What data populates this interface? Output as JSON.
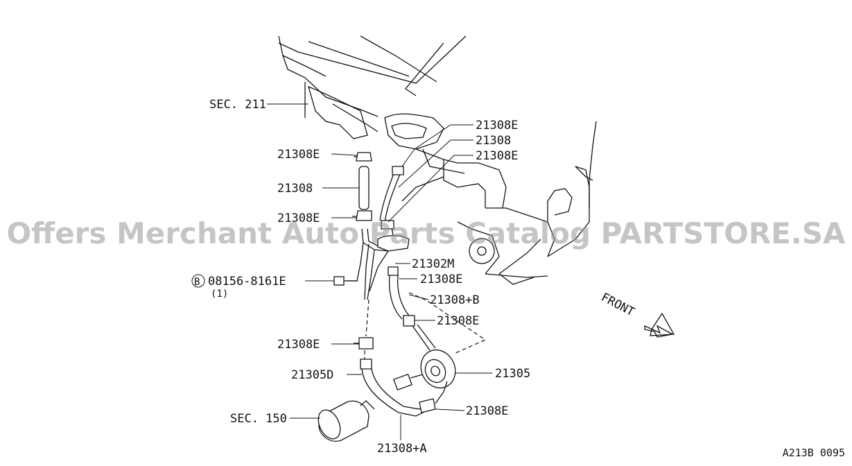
{
  "labels": {
    "sec_211": "SEC. 211",
    "p21308E_top_right": "21308E",
    "p21308_right": "21308",
    "p21308E_right2": "21308E",
    "p21308E_left1": "21308E",
    "p21308_left": "21308",
    "p21308E_left2": "21308E",
    "p21302M": "21302M",
    "bolt_circle": "B",
    "bolt_part": "08156-8161E",
    "bolt_qty": "(1)",
    "p21308E_mid": "21308E",
    "p21308_B": "21308+B",
    "p21308E_mid2": "21308E",
    "p21308E_left3": "21308E",
    "p21305D": "21305D",
    "p21305": "21305",
    "p21308E_bottom": "21308E",
    "sec_150": "SEC. 150",
    "p21308_A": "21308+A",
    "front": "FRONT"
  },
  "watermark": "Offers Merchant Auto Parts Catalog PARTSTORE.SA",
  "ref_code": "A213B 0095"
}
